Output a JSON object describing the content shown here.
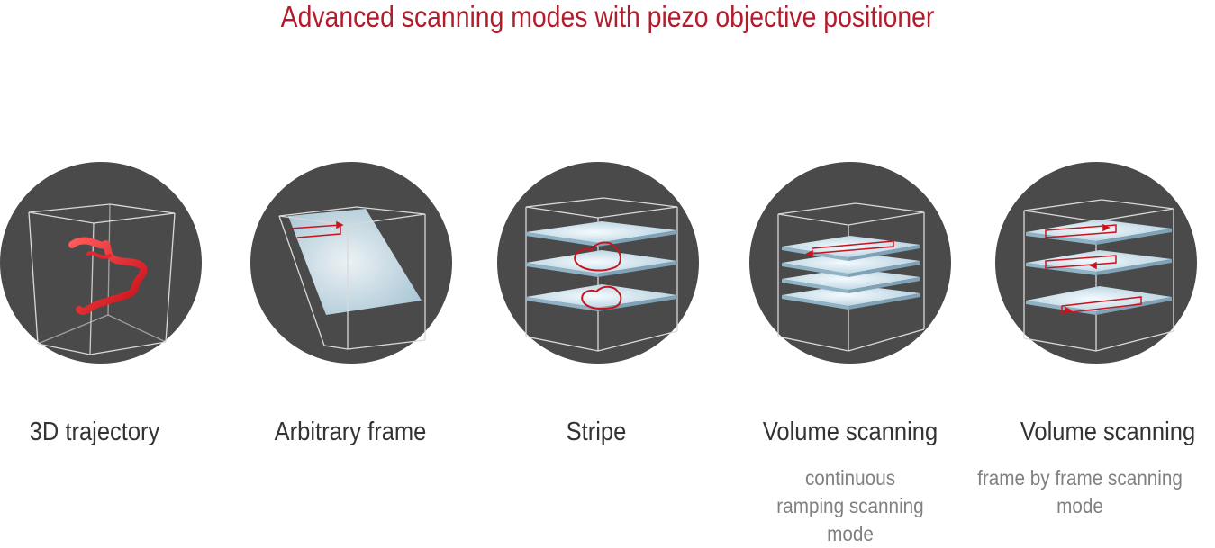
{
  "title": "Advanced scanning modes with piezo objective positioner",
  "colors": {
    "title": "#b01e2e",
    "disc": "#4a4a4a",
    "frame": "#d9d9d9",
    "plane": "#cfe3ee",
    "trace": "#c8141e"
  },
  "modes": [
    {
      "label": "3D trajectory",
      "sublabel": "",
      "icon": "trajectory-icon"
    },
    {
      "label": "Arbitrary frame",
      "sublabel": "",
      "icon": "tilted-plane-icon"
    },
    {
      "label": "Stripe",
      "sublabel": "",
      "icon": "stripe-planes-icon"
    },
    {
      "label": "Volume scanning",
      "sublabel": "continuous ramping scanning mode",
      "icon": "stacked-planes-icon"
    },
    {
      "label": "Volume scanning",
      "sublabel": "frame by frame scanning mode",
      "icon": "frame-planes-icon"
    }
  ]
}
